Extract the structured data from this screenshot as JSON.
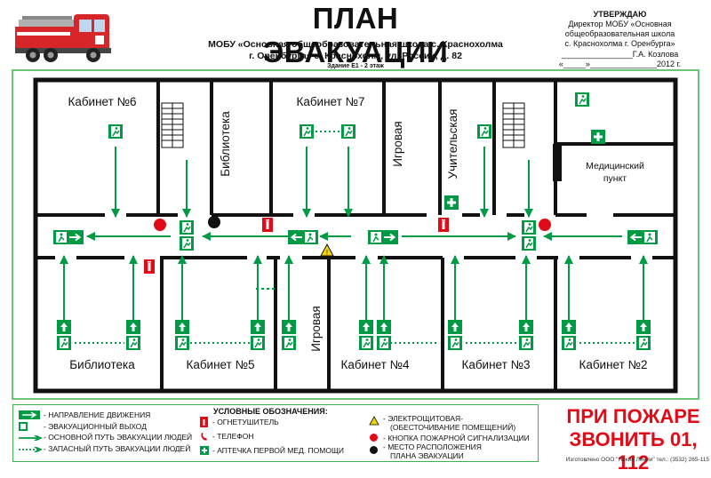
{
  "header": {
    "title": "ПЛАН ЭВАКУАЦИИ",
    "school_line1": "МОБУ «Основная общеобразовательная школа с. Краснохолма",
    "school_line2": "г. Оренбурга» с. Краснохолм, ул. России, д. 82",
    "building": "Здание Е1 - 2 этаж"
  },
  "approval": {
    "heading": "УТВЕРЖДАЮ",
    "line1": "Директор МОБУ «Основная",
    "line2": "общеобразовательная школа",
    "line3": "с. Краснохолма г. Оренбурга»",
    "signature": "________________Г.А. Козлова",
    "date": "«_____»_______________2012 г."
  },
  "rooms": {
    "kab6": "Кабинет №6",
    "lib_top": "Библиотека",
    "kab7": "Кабинет №7",
    "play_top": "Игровая",
    "teachers": "Учительская",
    "medical1": "Медицинский",
    "medical2": "пункт",
    "lib_bottom": "Библиотека",
    "kab5": "Кабинет №5",
    "play_bottom": "Игровая",
    "kab4": "Кабинет №4",
    "kab3": "Кабинет №3",
    "kab2": "Кабинет №2"
  },
  "legend": {
    "title": "УСЛОВНЫЕ ОБОЗНАЧЕНИЯ:",
    "direction": "- НАПРАВЛЕНИЕ ДВИЖЕНИЯ",
    "exit": "- ЭВАКУАЦИОННЫЙ ВЫХОД",
    "main_route": "- ОСНОВНОЙ ПУТЬ ЭВАКУАЦИИ ЛЮДЕЙ",
    "reserve_route": "- ЗАПАСНЫЙ  ПУТЬ ЭВАКУАЦИИ ЛЮДЕЙ",
    "extinguisher": "- ОГНЕТУШИТЕЛЬ",
    "phone": "- ТЕЛЕФОН",
    "first_aid": "- АПТЕЧКА ПЕРВОЙ МЕД. ПОМОЩИ",
    "electrical1": "- ЭЛЕКТРОЩИТОВАЯ-",
    "electrical2": "(ОБЕСТОЧИВАНИЕ ПОМЕЩЕНИЙ)",
    "alarm": "- КНОПКА ПОЖАРНОЙ СИГНАЛИЗАЦИИ",
    "location1": "- МЕСТО РАСПОЛОЖЕНИЯ",
    "location2": "ПЛАНА ЭВАКУАЦИИ"
  },
  "call": {
    "line1": "ПРИ ПОЖАРЕ",
    "line2": "ЗВОНИТЬ 01, 112"
  },
  "made_by": "Изготовлено ООО \"Яркие Линии\" тел.: (3532) 265-115",
  "colors": {
    "green": "#009a44",
    "red": "#e10a17",
    "wall": "#111111",
    "border": "#3cb44b"
  },
  "icons": [
    "fire-truck-icon",
    "exit-sign-icon",
    "arrow-icon",
    "fire-extinguisher-icon",
    "fire-alarm-icon",
    "first-aid-icon",
    "electrical-hazard-icon",
    "phone-icon",
    "you-are-here-icon",
    "staircase-icon"
  ]
}
